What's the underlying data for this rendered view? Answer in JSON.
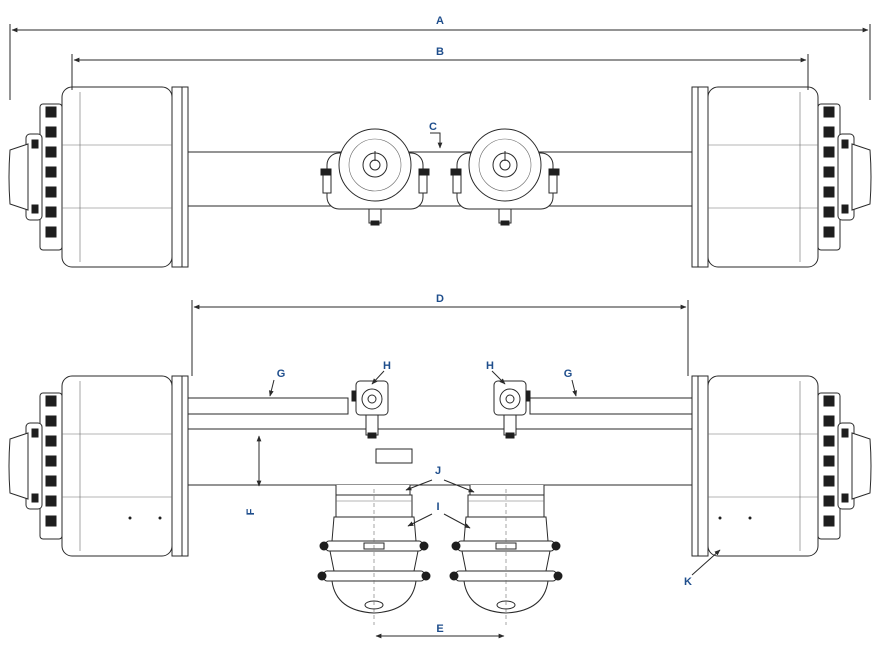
{
  "labels": {
    "A": "A",
    "B": "B",
    "C": "C",
    "D": "D",
    "E": "E",
    "F": "F",
    "G": "G",
    "H": "H",
    "I": "I",
    "J": "J",
    "K": "K"
  },
  "colors": {
    "label": "#1f4e8c",
    "line": "#2a2a2a",
    "background": "#ffffff"
  }
}
